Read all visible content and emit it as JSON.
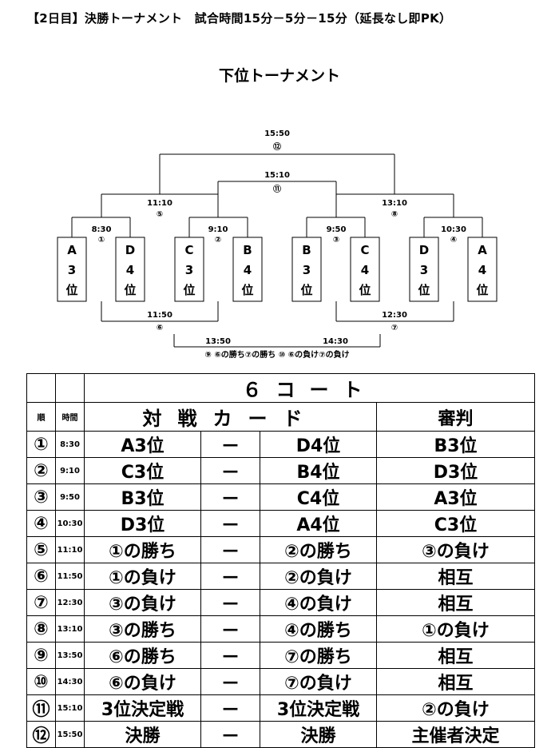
{
  "header": "【2日目】決勝トーナメント　試合時間15分－5分－15分（延長なし即PK）",
  "subtitle": "下位トーナメント",
  "teams": [
    {
      "letter": "A",
      "rank": "3",
      "suffix": "位"
    },
    {
      "letter": "D",
      "rank": "4",
      "suffix": "位"
    },
    {
      "letter": "C",
      "rank": "3",
      "suffix": "位"
    },
    {
      "letter": "B",
      "rank": "4",
      "suffix": "位"
    },
    {
      "letter": "B",
      "rank": "3",
      "suffix": "位"
    },
    {
      "letter": "C",
      "rank": "4",
      "suffix": "位"
    },
    {
      "letter": "D",
      "rank": "3",
      "suffix": "位"
    },
    {
      "letter": "A",
      "rank": "4",
      "suffix": "位"
    }
  ],
  "bracket": {
    "m1": {
      "time": "8:30",
      "num": "①"
    },
    "m2": {
      "time": "9:10",
      "num": "②"
    },
    "m3": {
      "time": "9:50",
      "num": "③"
    },
    "m4": {
      "time": "10:30",
      "num": "④"
    },
    "m5": {
      "time": "11:10",
      "num": "⑤"
    },
    "m8": {
      "time": "13:10",
      "num": "⑧"
    },
    "m11": {
      "time": "15:10",
      "num": "⑪"
    },
    "m12": {
      "time": "15:50",
      "num": "⑫"
    },
    "m6": {
      "time": "11:50",
      "num": "⑥"
    },
    "m7": {
      "time": "12:30",
      "num": "⑦"
    },
    "m9_10": {
      "time_left": "13:50",
      "time_right": "14:30",
      "caption": "⑨ ⑥の勝ち⑦の勝ち ⑩ ⑥の負け⑦の負け"
    }
  },
  "table": {
    "court": "６コート",
    "col_order": "順",
    "col_time": "時間",
    "col_cards": "対戦カード",
    "col_referee": "審判",
    "rows": [
      {
        "no": "①",
        "time": "8:30",
        "home": "A3位",
        "sep": "—",
        "away": "D4位",
        "ref": "B3位"
      },
      {
        "no": "②",
        "time": "9:10",
        "home": "C3位",
        "sep": "—",
        "away": "B4位",
        "ref": "D3位"
      },
      {
        "no": "③",
        "time": "9:50",
        "home": "B3位",
        "sep": "—",
        "away": "C4位",
        "ref": "A3位"
      },
      {
        "no": "④",
        "time": "10:30",
        "home": "D3位",
        "sep": "—",
        "away": "A4位",
        "ref": "C3位"
      },
      {
        "no": "⑤",
        "time": "11:10",
        "home": "①の勝ち",
        "sep": "—",
        "away": "②の勝ち",
        "ref": "③の負け"
      },
      {
        "no": "⑥",
        "time": "11:50",
        "home": "①の負け",
        "sep": "—",
        "away": "②の負け",
        "ref": "相互"
      },
      {
        "no": "⑦",
        "time": "12:30",
        "home": "③の負け",
        "sep": "—",
        "away": "④の負け",
        "ref": "相互"
      },
      {
        "no": "⑧",
        "time": "13:10",
        "home": "③の勝ち",
        "sep": "—",
        "away": "④の勝ち",
        "ref": "①の負け"
      },
      {
        "no": "⑨",
        "time": "13:50",
        "home": "⑥の勝ち",
        "sep": "—",
        "away": "⑦の勝ち",
        "ref": "相互"
      },
      {
        "no": "⑩",
        "time": "14:30",
        "home": "⑥の負け",
        "sep": "—",
        "away": "⑦の負け",
        "ref": "相互"
      },
      {
        "no": "⑪",
        "time": "15:10",
        "home": "3位決定戦",
        "sep": "—",
        "away": "3位決定戦",
        "ref": "②の負け"
      },
      {
        "no": "⑫",
        "time": "15:50",
        "home": "決勝",
        "sep": "—",
        "away": "決勝",
        "ref": "主催者決定"
      }
    ]
  }
}
